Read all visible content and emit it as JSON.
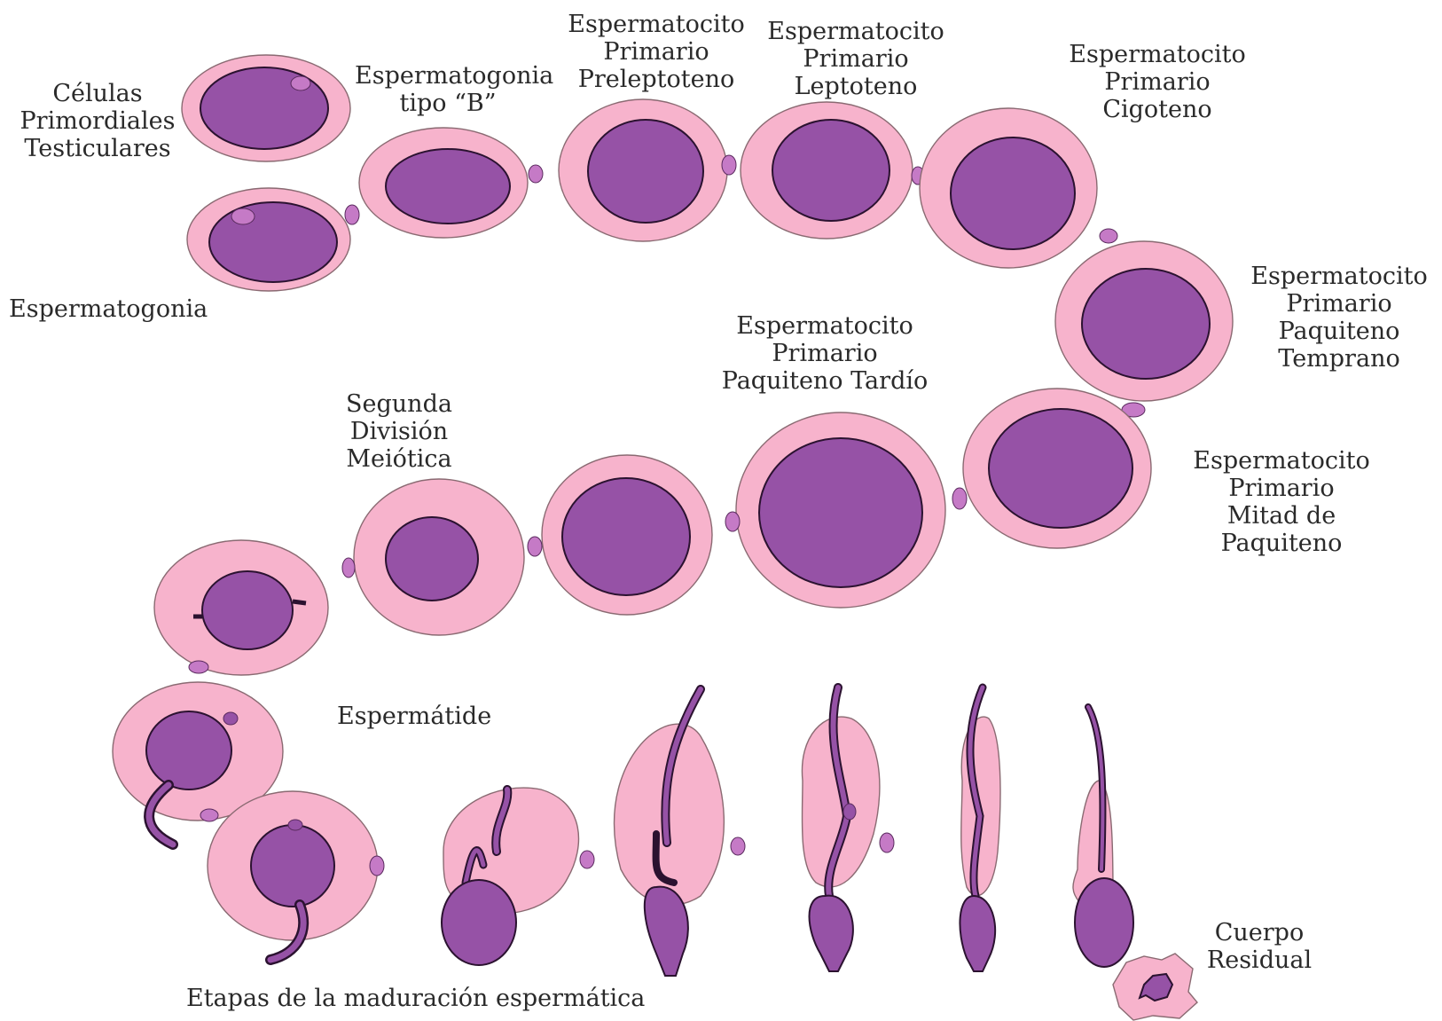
{
  "colors": {
    "cytoplasm": "#f7b3cc",
    "nucleus": "#9652a6",
    "body_fragment": "#c57ac6",
    "outline": "#2b1230",
    "text": "#2a2a2a"
  },
  "labels": {
    "celulas_primordiales": [
      "Células",
      "Primordiales",
      "Testiculares"
    ],
    "espermatogonia": [
      "Espermatogonia"
    ],
    "espermatogonia_tipo_b": [
      "Espermatogonia",
      "tipo   “B”"
    ],
    "preleptoteno": [
      "Espermatocito",
      "Primario",
      "Preleptoteno"
    ],
    "leptoteno": [
      "Espermatocito",
      "Primario",
      "Leptoteno"
    ],
    "cigoteno": [
      "Espermatocito",
      "Primario",
      "Cigoteno"
    ],
    "paquiteno_temprano": [
      "Espermatocito",
      "Primario",
      "Paquiteno",
      "Temprano"
    ],
    "mitad_paquiteno": [
      "Espermatocito",
      "Primario",
      "Mitad de",
      "Paquiteno"
    ],
    "paquiteno_tardio": [
      "Espermatocito",
      "Primario",
      "Paquiteno Tardío"
    ],
    "segunda_division": [
      "Segunda",
      "División",
      "Meiótica"
    ],
    "espermatide": [
      "Espermátide"
    ],
    "cuerpo_residual": [
      "Cuerpo",
      "Residual"
    ],
    "caption": [
      "Etapas de la maduración espermática"
    ]
  },
  "icons": [
    "cell-icon",
    "nucleus-icon",
    "residual-body-icon"
  ]
}
